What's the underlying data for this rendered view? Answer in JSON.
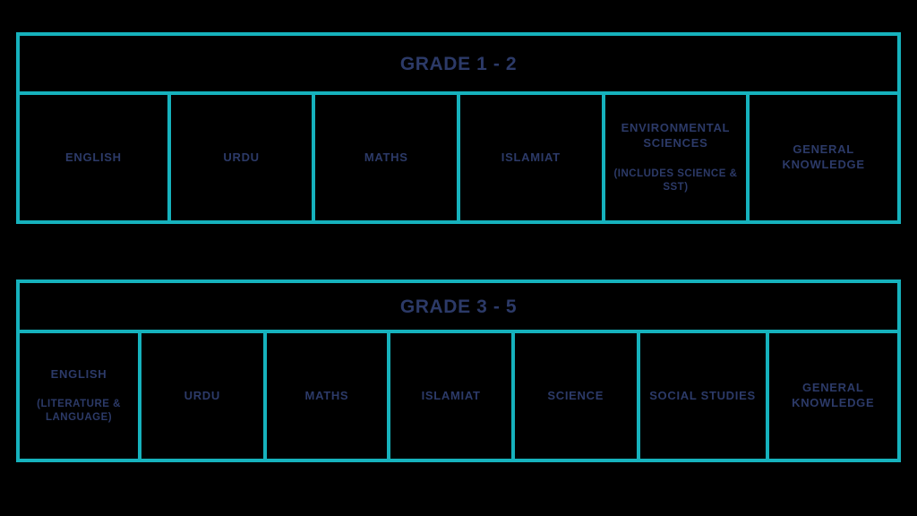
{
  "colors": {
    "accent_teal": "#16b2bd",
    "ink_navy": "#2c3a68",
    "background": "#000000"
  },
  "tables": [
    {
      "id": "grade-1-2",
      "header": "GRADE 1 - 2",
      "columns": [
        {
          "name": "ENGLISH",
          "note": "",
          "flex": 170
        },
        {
          "name": "URDU",
          "note": "",
          "flex": 162
        },
        {
          "name": "MATHS",
          "note": "",
          "flex": 162
        },
        {
          "name": "ISLAMIAT",
          "note": "",
          "flex": 162
        },
        {
          "name": "ENVIRONMENTAL SCIENCES",
          "note": "(INCLUDES SCIENCE & SST)",
          "flex": 162
        },
        {
          "name": "GENERAL KNOWLEDGE",
          "note": "",
          "flex": 170
        }
      ]
    },
    {
      "id": "grade-3-5",
      "header": "GRADE 3 - 5",
      "columns": [
        {
          "name": "ENGLISH",
          "note": "(LITERATURE & LANGUAGE)",
          "flex": 136
        },
        {
          "name": "URDU",
          "note": "",
          "flex": 140
        },
        {
          "name": "MATHS",
          "note": "",
          "flex": 139
        },
        {
          "name": "ISLAMIAT",
          "note": "",
          "flex": 139
        },
        {
          "name": "SCIENCE",
          "note": "",
          "flex": 140
        },
        {
          "name": "SOCIAL STUDIES",
          "note": "",
          "flex": 145
        },
        {
          "name": "GENERAL KNOWLEDGE",
          "note": "",
          "flex": 149
        }
      ]
    }
  ]
}
